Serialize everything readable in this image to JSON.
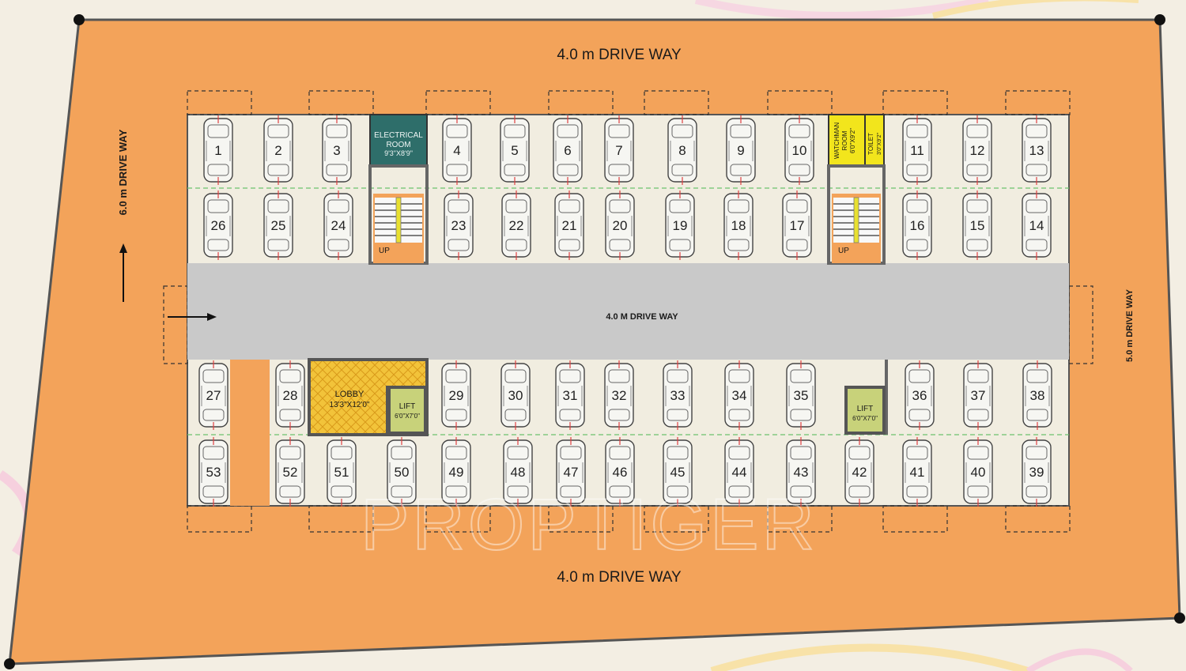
{
  "driveways": {
    "top": "4.0 m DRIVE WAY",
    "bottom": "4.0 m DRIVE WAY",
    "center": "4.0 M DRIVE WAY",
    "left": "6.0 m DRIVE WAY",
    "right": "5.0 m DRIVE WAY"
  },
  "rooms": {
    "electrical": {
      "name1": "ELECTRICAL",
      "name2": "ROOM",
      "size": "9'3\"X8'9\""
    },
    "watchman": {
      "name1": "WATCHMAN",
      "name2": "ROOM",
      "size": "6'0\"X9'2\""
    },
    "toilet": {
      "name": "TOILET",
      "size": "3'0\"X9'2\""
    },
    "lobby": {
      "name": "LOBBY",
      "size": "13'3\"X12'0\""
    },
    "lift1": {
      "name": "LIFT",
      "size": "6'0\"X7'0\""
    },
    "lift2": {
      "name": "LIFT",
      "size": "6'0\"X7'0\""
    },
    "stair_up_1": "UP",
    "stair_up_2": "UP"
  },
  "parking_rows": {
    "row1": [
      "1",
      "2",
      "3",
      "4",
      "5",
      "6",
      "7",
      "8",
      "9",
      "10",
      "11",
      "12",
      "13"
    ],
    "row2": [
      "26",
      "25",
      "24",
      "23",
      "22",
      "21",
      "20",
      "19",
      "18",
      "17",
      "16",
      "15",
      "14"
    ],
    "row3": [
      "27",
      "28",
      "29",
      "30",
      "31",
      "32",
      "33",
      "34",
      "35",
      "36",
      "37",
      "38"
    ],
    "row4": [
      "53",
      "52",
      "51",
      "50",
      "49",
      "48",
      "47",
      "46",
      "45",
      "44",
      "43",
      "42",
      "41",
      "40",
      "39"
    ]
  },
  "watermark": "PROPTIGER",
  "colors": {
    "plot": "#f3a35a",
    "floor": "#f1ede0",
    "driveway": "#c9c9c9",
    "electrical": "#2e6e6a",
    "watchman": "#f2e51c",
    "lobby": "#f2c33a",
    "lift": "#c8d27a"
  }
}
